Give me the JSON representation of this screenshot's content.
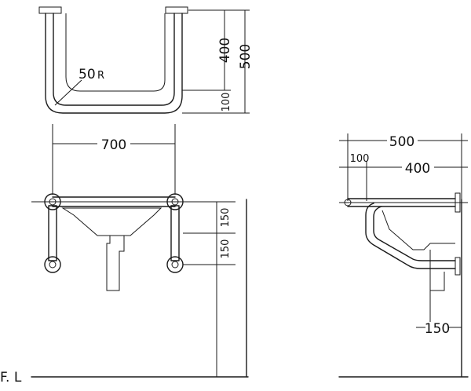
{
  "top_view": {
    "depth_total": "500",
    "depth_inner": "400",
    "offset": "100",
    "radius_value": "50",
    "radius_unit": "R"
  },
  "front_view": {
    "width": "700",
    "spacing_upper": "150",
    "spacing_lower": "150",
    "height_from_floor": "150"
  },
  "side_view": {
    "depth_total": "500",
    "offset": "100",
    "depth_inner": "400",
    "bottom_offset": "150"
  },
  "floor_line_label": "F. L"
}
